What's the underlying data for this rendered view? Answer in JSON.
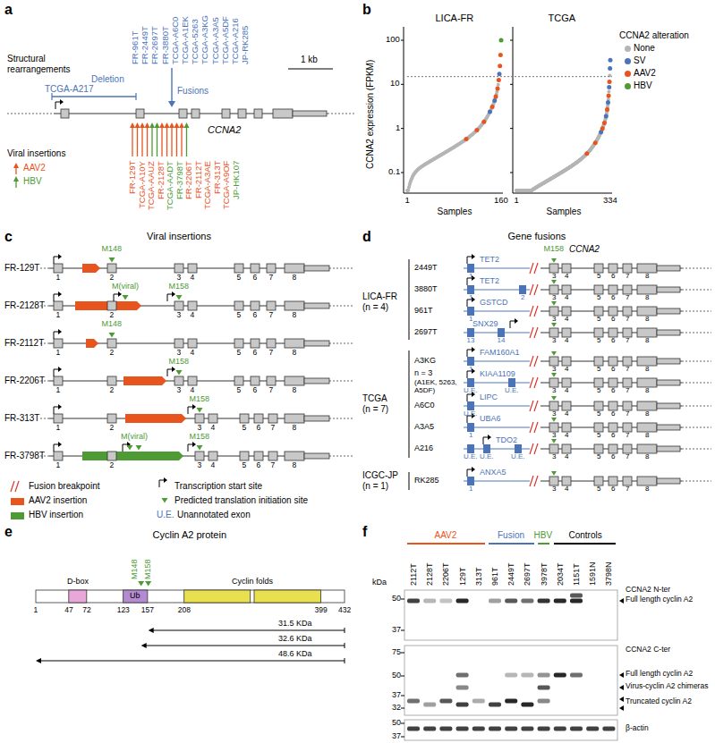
{
  "diagram": {
    "labels": [
      "a",
      "Structural rearrangements",
      "Deletion",
      "TCGA-A217",
      "Fusions",
      "FR-961T",
      "FR-2449T",
      "FR-2697T",
      "FR-3880T",
      "TCGA-A6C0",
      "TCGA-A1EK",
      "TCGA-5263",
      "TCGA-A3KG",
      "TCGA-A3A5",
      "TCGA-A5DF",
      "TCGA-A216",
      "JP-RK285",
      "1 kb",
      "CCNA2",
      "Viral insertions",
      "FR-129T",
      "TCGA-A10Y",
      "TCGA-AAUZ",
      "FR-2128T",
      "TCGA-AADT",
      "FR-3798T",
      "FR-2206T",
      "FR-2112T",
      "TCGA-A3AE",
      "FR-313T",
      "TCGA-A9OF",
      "JP-HK107",
      "b",
      "LICA-FR",
      "TCGA",
      "CCNA2 expression (FPKM)",
      "100",
      "10",
      "1",
      "0.1",
      "1",
      "160",
      "Samples",
      "1",
      "334",
      "Samples",
      "CCNA2 alteration",
      "c",
      "Viral insertions",
      "FR-129T",
      "M148",
      "1",
      "2",
      "3",
      "4",
      "5",
      "6",
      "7",
      "8",
      "FR-2128T",
      "M(viral)",
      "M158",
      "1",
      "2",
      "3",
      "4",
      "5",
      "6",
      "7",
      "8",
      "FR-2112T",
      "M148",
      "1",
      "2",
      "3",
      "4",
      "5",
      "6",
      "7",
      "8",
      "FR-2206T",
      "M158",
      "1",
      "2",
      "3",
      "4",
      "5",
      "6",
      "7",
      "8",
      "FR-313T",
      "M158",
      "1",
      "2",
      "3",
      "4",
      "5",
      "6",
      "7",
      "8",
      "FR-3798T",
      "M(viral)",
      "M158",
      "1",
      "2",
      "3",
      "4",
      "5",
      "6",
      "7",
      "8",
      "U.E.",
      "d",
      "Gene fusions",
      "LICA-FR",
      "(n = 4)",
      "TCGA",
      "(n = 7)",
      "ICGC-JP",
      "(n = 1)",
      "M158",
      "CCNA2",
      "2449T",
      "TET2",
      "1",
      "3",
      "4",
      "5",
      "6",
      "7",
      "8",
      "3880T",
      "TET2",
      "1",
      "2",
      "3",
      "4",
      "5",
      "6",
      "7",
      "8",
      "961T",
      "GSTCD",
      "1",
      "3",
      "4",
      "5",
      "6",
      "7",
      "8",
      "2697T",
      "SNX29",
      "13",
      "14",
      "3",
      "4",
      "5",
      "6",
      "7",
      "8",
      "A3KG",
      "FAM160A1",
      "1",
      "3",
      "4",
      "5",
      "6",
      "7",
      "8",
      "n = 3",
      "(A1EK, 5263, A5DF)",
      "KIAA1109",
      "U.E.",
      "U.E.",
      "3",
      "4",
      "5",
      "6",
      "7",
      "8",
      "A6C0",
      "LIPC",
      "U.E.",
      "3",
      "4",
      "5",
      "6",
      "7",
      "8",
      "A3A5",
      "UBA6",
      "1",
      "3",
      "4",
      "5",
      "6",
      "7",
      "8",
      "A216",
      "TDO2",
      "U.E.",
      "U.E.",
      "U.E.",
      "3",
      "4",
      "5",
      "6",
      "7",
      "8",
      "RK285",
      "ANXA5",
      "1",
      "3",
      "4",
      "5",
      "6",
      "7",
      "8",
      "e",
      "Cyclin A2 protein",
      "M148",
      "M158",
      "D-box",
      "Ub",
      "Cyclin folds",
      "1",
      "47",
      "72",
      "123",
      "157",
      "208",
      "399",
      "432",
      "31.5 KDa",
      "32.6 KDa",
      "48.6 KDa",
      "f",
      "AAV2",
      "Fusion",
      "HBV",
      "Controls",
      "2112T",
      "2128T",
      "2206T",
      "129T",
      "313T",
      "961T",
      "2449T",
      "2697T",
      "3978T",
      "2034T",
      "1151T",
      "1591N",
      "3798N",
      "kDa",
      "50",
      "37",
      "CCNA2 N-ter",
      "Full length cyclin A2",
      "75",
      "50",
      "37",
      "32",
      "CCNA2 C-ter",
      "Full length cyclin A2",
      "Virus-cyclin A2 chimeras",
      "Truncated cyclin A2",
      "50",
      "37",
      "β-actin"
    ],
    "legend": [
      {
        "text": "AAV2"
      },
      {
        "text": "HBV"
      },
      {
        "text": "None",
        "color": "#b5b5b5"
      },
      {
        "text": "SV",
        "color": "#4b74b8"
      },
      {
        "text": "AAV2",
        "color": "#e8541e"
      },
      {
        "text": "HBV",
        "color": "#4e9a35"
      },
      {
        "text": "Fusion breakpoint"
      },
      {
        "text": "AAV2 insertion",
        "color": "#e8541e"
      },
      {
        "text": "HBV insertion",
        "color": "#4e9a35"
      },
      {
        "text": "Transcription start site"
      },
      {
        "text": "Predicted translation initiation site"
      },
      {
        "text": "Unannotated exon"
      }
    ]
  }
}
